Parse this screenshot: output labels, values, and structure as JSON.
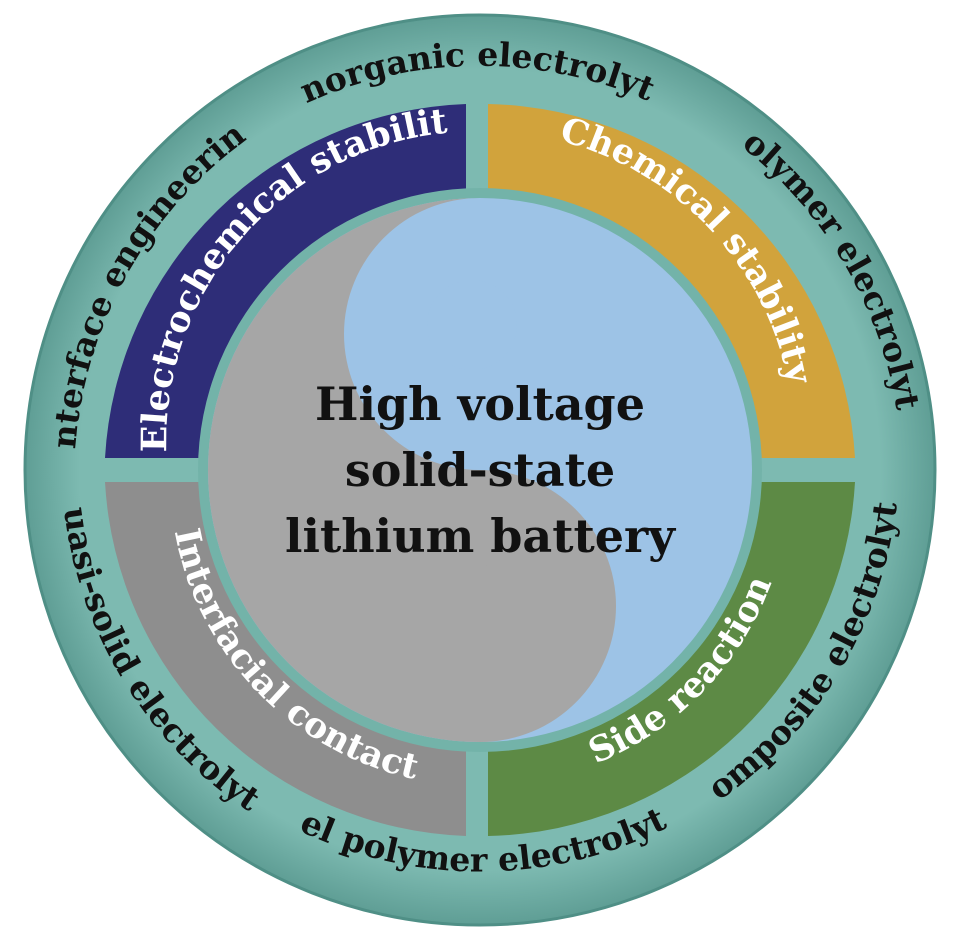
{
  "center": {
    "lines": [
      "High voltage",
      "solid-state",
      "lithium battery"
    ]
  },
  "challenges": [
    {
      "label": "Electrochemical stability",
      "color": "#2e2d78",
      "text_color": "#ffffff"
    },
    {
      "label": "Chemical stability",
      "color": "#d1a33c",
      "text_color": "#ffffff"
    },
    {
      "label": "Side reaction",
      "color": "#5d8a45",
      "text_color": "#ffffff"
    },
    {
      "label": "Interfacial contact",
      "color": "#8e8e8e",
      "text_color": "#ffffff"
    }
  ],
  "strategies": [
    {
      "label": "Inorganic electrolyte"
    },
    {
      "label": "Polymer electrolyte"
    },
    {
      "label": "Composite electrolyte"
    },
    {
      "label": "Gel polymer electrolyte"
    },
    {
      "label": "Quasi-solid electrolyte"
    },
    {
      "label": "Interface engineering"
    }
  ],
  "colors": {
    "outer_ring": "#73b3a9",
    "outer_ring_edge": "#4f8f86",
    "yin": "#a6a6a6",
    "yang": "#9dc3e6",
    "divider": "#73b3a9"
  }
}
